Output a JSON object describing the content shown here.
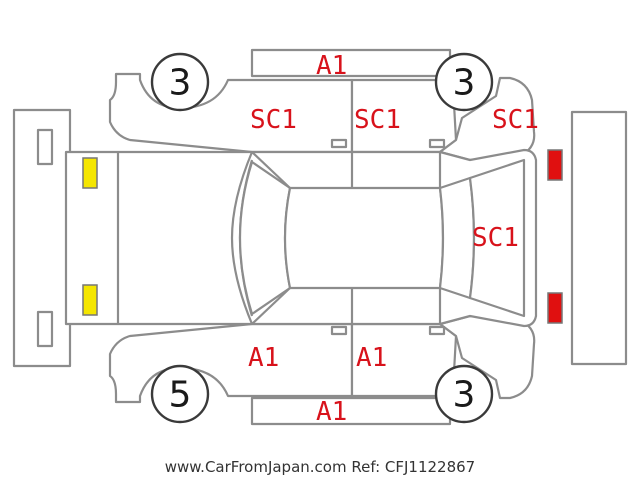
{
  "damage_labels": {
    "roof_top": "A1",
    "left_front_door": "SC1",
    "left_rear_door": "SC1",
    "left_quarter": "SC1",
    "rear_glass_area": "SC1",
    "right_front_door": "A1",
    "right_rear_door": "A1",
    "roof_bottom": "A1"
  },
  "tires": {
    "top_left": "3",
    "top_right": "3",
    "bottom_left": "5",
    "bottom_right": "3"
  },
  "footer": {
    "watermark": "www.CarFromJapan.com Ref: CFJ1122867"
  },
  "colors": {
    "label": "#d8121b",
    "front_lights": "#f5e600",
    "rear_lights": "#e01010",
    "outline": "#8c8c8c"
  }
}
